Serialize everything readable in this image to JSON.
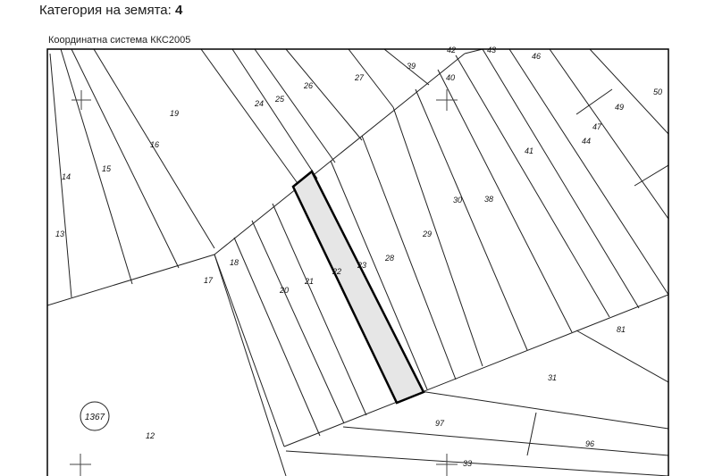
{
  "header": {
    "category_label": "Категория на земята:",
    "category_value": "4",
    "coordinate_system": "Координатна система ККС2005"
  },
  "map": {
    "block_number": "1367",
    "highlighted_parcel": "22",
    "parcels": [
      "12",
      "13",
      "14",
      "15",
      "16",
      "17",
      "18",
      "19",
      "20",
      "21",
      "22",
      "23",
      "24",
      "25",
      "26",
      "27",
      "28",
      "29",
      "30",
      "31",
      "33",
      "38",
      "39",
      "40",
      "41",
      "42",
      "43",
      "44",
      "46",
      "47",
      "49",
      "50",
      "81",
      "96",
      "97"
    ],
    "colors": {
      "highlight_fill": "#e6e6e6",
      "line": "#222222",
      "highlight_stroke": "#000000"
    }
  }
}
